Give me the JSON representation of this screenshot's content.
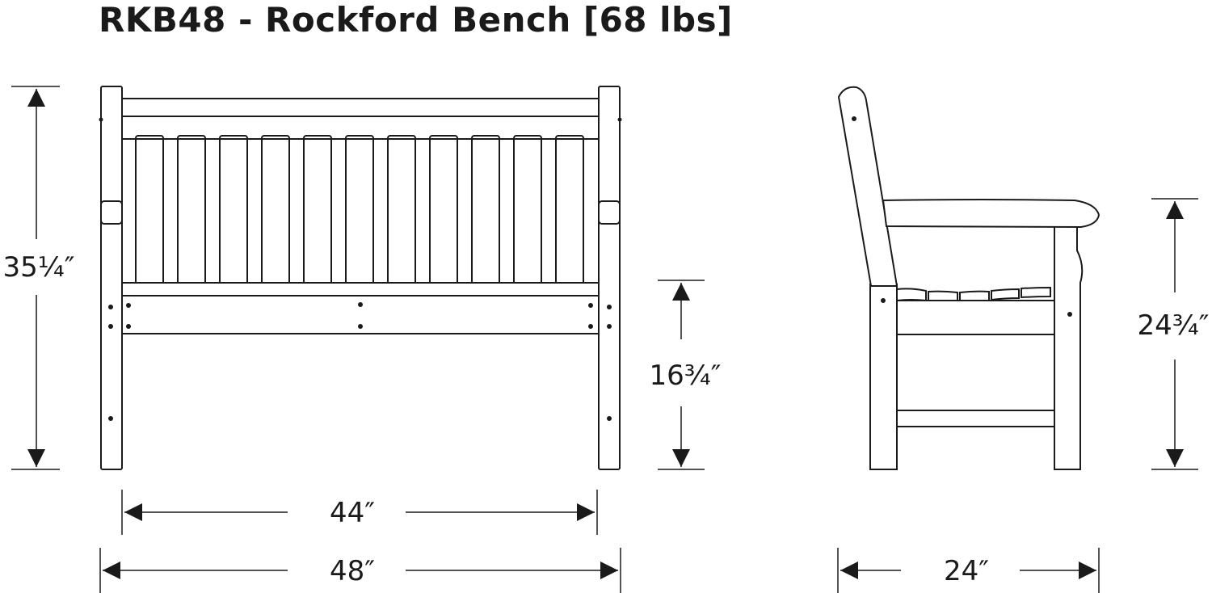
{
  "title": "RKB48 - Rockford Bench [68 lbs]",
  "dimensions": {
    "overall_height": "35¼″",
    "seat_height": "16¾″",
    "arm_height": "24¾″",
    "inner_width": "44″",
    "overall_width": "48″",
    "depth": "24″"
  },
  "colors": {
    "line": "#1a1a1a",
    "background": "#ffffff"
  }
}
